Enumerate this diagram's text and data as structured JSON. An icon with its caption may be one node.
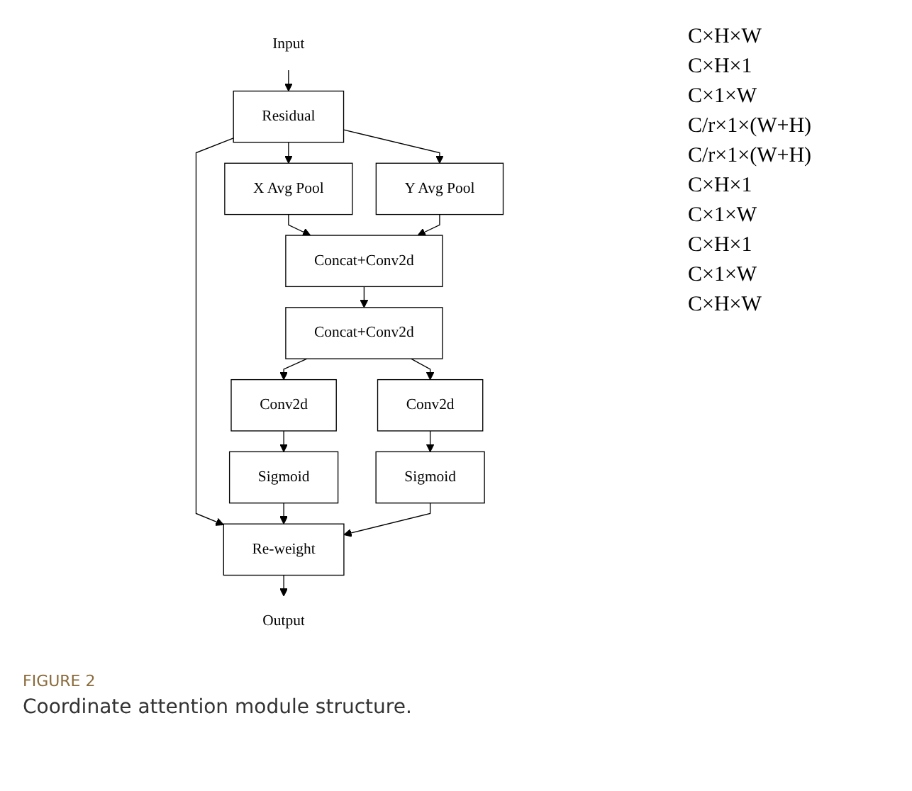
{
  "diagram": {
    "caption": "Coordinate attention module structure.",
    "nodes": [
      {
        "text": [
          "Input"
        ]
      },
      {
        "text": [
          "Residual"
        ]
      },
      {
        "text": [
          "X Avg Pool"
        ]
      },
      {
        "text": [
          "Y Avg Pool"
        ]
      },
      {
        "text": [
          "Concat+Conv2d"
        ]
      },
      {
        "text": [
          "Concat+Conv2d"
        ]
      },
      {
        "text": [
          "Conv2d"
        ]
      },
      {
        "text": [
          "Conv2d"
        ]
      },
      {
        "text": [
          "Sigmoid"
        ]
      },
      {
        "text": [
          "Sigmoid"
        ]
      },
      {
        "text": [
          "Re-weight"
        ]
      },
      {
        "text": [
          "Output"
        ]
      }
    ],
    "edges": [
      {
        "from": 0,
        "to": 1,
        "arrow": "to"
      },
      {
        "from": 1,
        "to": 2,
        "arrow": "to"
      },
      {
        "from": 1,
        "to": 3,
        "arrow": "to"
      },
      {
        "from": 1,
        "to": 10,
        "arrow": "to"
      },
      {
        "from": 2,
        "to": 4,
        "arrow": "to"
      },
      {
        "from": 3,
        "to": 4,
        "arrow": "to"
      },
      {
        "from": 4,
        "to": 5,
        "arrow": "to"
      },
      {
        "from": 5,
        "to": 6,
        "arrow": "to"
      },
      {
        "from": 5,
        "to": 7,
        "arrow": "to"
      },
      {
        "from": 6,
        "to": 8,
        "arrow": "to"
      },
      {
        "from": 7,
        "to": 9,
        "arrow": "to"
      },
      {
        "from": 8,
        "to": 10,
        "arrow": "to"
      },
      {
        "from": 9,
        "to": 10,
        "arrow": "to"
      },
      {
        "from": 10,
        "to": 11,
        "arrow": "to"
      }
    ],
    "labels": [
      "C×H×W",
      "C×H×1",
      "C×1×W",
      "C/r×1×(W+H)",
      "C/r×1×(W+H)",
      "C×H×1",
      "C×1×W",
      "C×H×1",
      "C×1×W",
      "C×H×W",
      "FIGURE 2"
    ]
  }
}
